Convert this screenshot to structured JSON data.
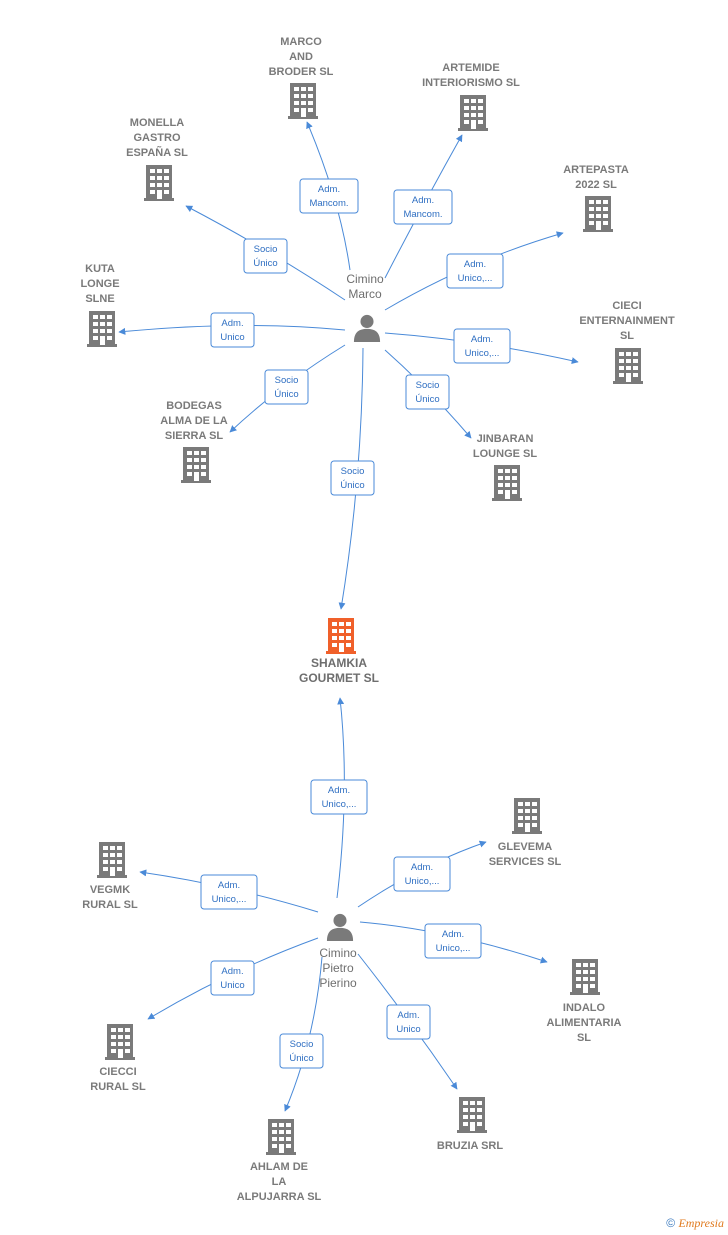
{
  "colors": {
    "edge": "#4a8ad8",
    "building": "#7a7a7a",
    "center_building": "#f0602a",
    "person": "#7a7a7a"
  },
  "center": {
    "lines": [
      "SHAMKIA",
      "GOURMET  SL"
    ]
  },
  "persons": [
    {
      "id": "marco",
      "lines": [
        "Cimino",
        "Marco"
      ]
    },
    {
      "id": "pietro",
      "lines": [
        "Cimino",
        "Pietro",
        "Pierino"
      ]
    }
  ],
  "companies": [
    {
      "id": "marco_broder",
      "lines": [
        "MARCO",
        "AND",
        "BRODER  SL"
      ]
    },
    {
      "id": "artemide",
      "lines": [
        "ARTEMIDE",
        "INTERIORISMO SL"
      ]
    },
    {
      "id": "monella",
      "lines": [
        "MONELLA",
        "GASTRO",
        "ESPAÑA  SL"
      ]
    },
    {
      "id": "artepasta",
      "lines": [
        "ARTEPASTA",
        "2022  SL"
      ]
    },
    {
      "id": "kuta",
      "lines": [
        "KUTA",
        "LONGE",
        "SLNE"
      ]
    },
    {
      "id": "cieci_ent",
      "lines": [
        "CIECI",
        "ENTERNAINMENT",
        "SL"
      ]
    },
    {
      "id": "bodegas",
      "lines": [
        "BODEGAS",
        "ALMA DE LA",
        "SIERRA  SL"
      ]
    },
    {
      "id": "jinbaran",
      "lines": [
        "JINBARAN",
        "LOUNGE  SL"
      ]
    },
    {
      "id": "glevema",
      "lines": [
        "GLEVEMA",
        "SERVICES  SL"
      ]
    },
    {
      "id": "vegmk",
      "lines": [
        "VEGMK",
        "RURAL  SL"
      ]
    },
    {
      "id": "indalo",
      "lines": [
        "INDALO",
        "ALIMENTARIA",
        "SL"
      ]
    },
    {
      "id": "ciecci_rural",
      "lines": [
        "CIECCI",
        "RURAL  SL"
      ]
    },
    {
      "id": "bruzia",
      "lines": [
        "BRUZIA SRL"
      ]
    },
    {
      "id": "ahlam",
      "lines": [
        "AHLAM DE",
        "LA",
        "ALPUJARRA SL"
      ]
    }
  ],
  "relations": [
    {
      "id": "r1",
      "lines": [
        "Adm.",
        "Mancom."
      ]
    },
    {
      "id": "r2",
      "lines": [
        "Adm.",
        "Mancom."
      ]
    },
    {
      "id": "r3",
      "lines": [
        "Socio",
        "Único"
      ]
    },
    {
      "id": "r4",
      "lines": [
        "Adm.",
        "Unico,..."
      ]
    },
    {
      "id": "r5",
      "lines": [
        "Adm.",
        "Unico"
      ]
    },
    {
      "id": "r6",
      "lines": [
        "Adm.",
        "Unico,..."
      ]
    },
    {
      "id": "r7",
      "lines": [
        "Socio",
        "Único"
      ]
    },
    {
      "id": "r8",
      "lines": [
        "Socio",
        "Único"
      ]
    },
    {
      "id": "r9",
      "lines": [
        "Socio",
        "Único"
      ]
    },
    {
      "id": "r10",
      "lines": [
        "Adm.",
        "Unico,..."
      ]
    },
    {
      "id": "r11",
      "lines": [
        "Adm.",
        "Unico,..."
      ]
    },
    {
      "id": "r12",
      "lines": [
        "Adm.",
        "Unico,..."
      ]
    },
    {
      "id": "r13",
      "lines": [
        "Adm.",
        "Unico,..."
      ]
    },
    {
      "id": "r14",
      "lines": [
        "Adm.",
        "Unico"
      ]
    },
    {
      "id": "r15",
      "lines": [
        "Adm.",
        "Unico"
      ]
    },
    {
      "id": "r16",
      "lines": [
        "Socio",
        "Único"
      ]
    }
  ],
  "footer": {
    "copyright": "©",
    "brand": "Empresia"
  }
}
